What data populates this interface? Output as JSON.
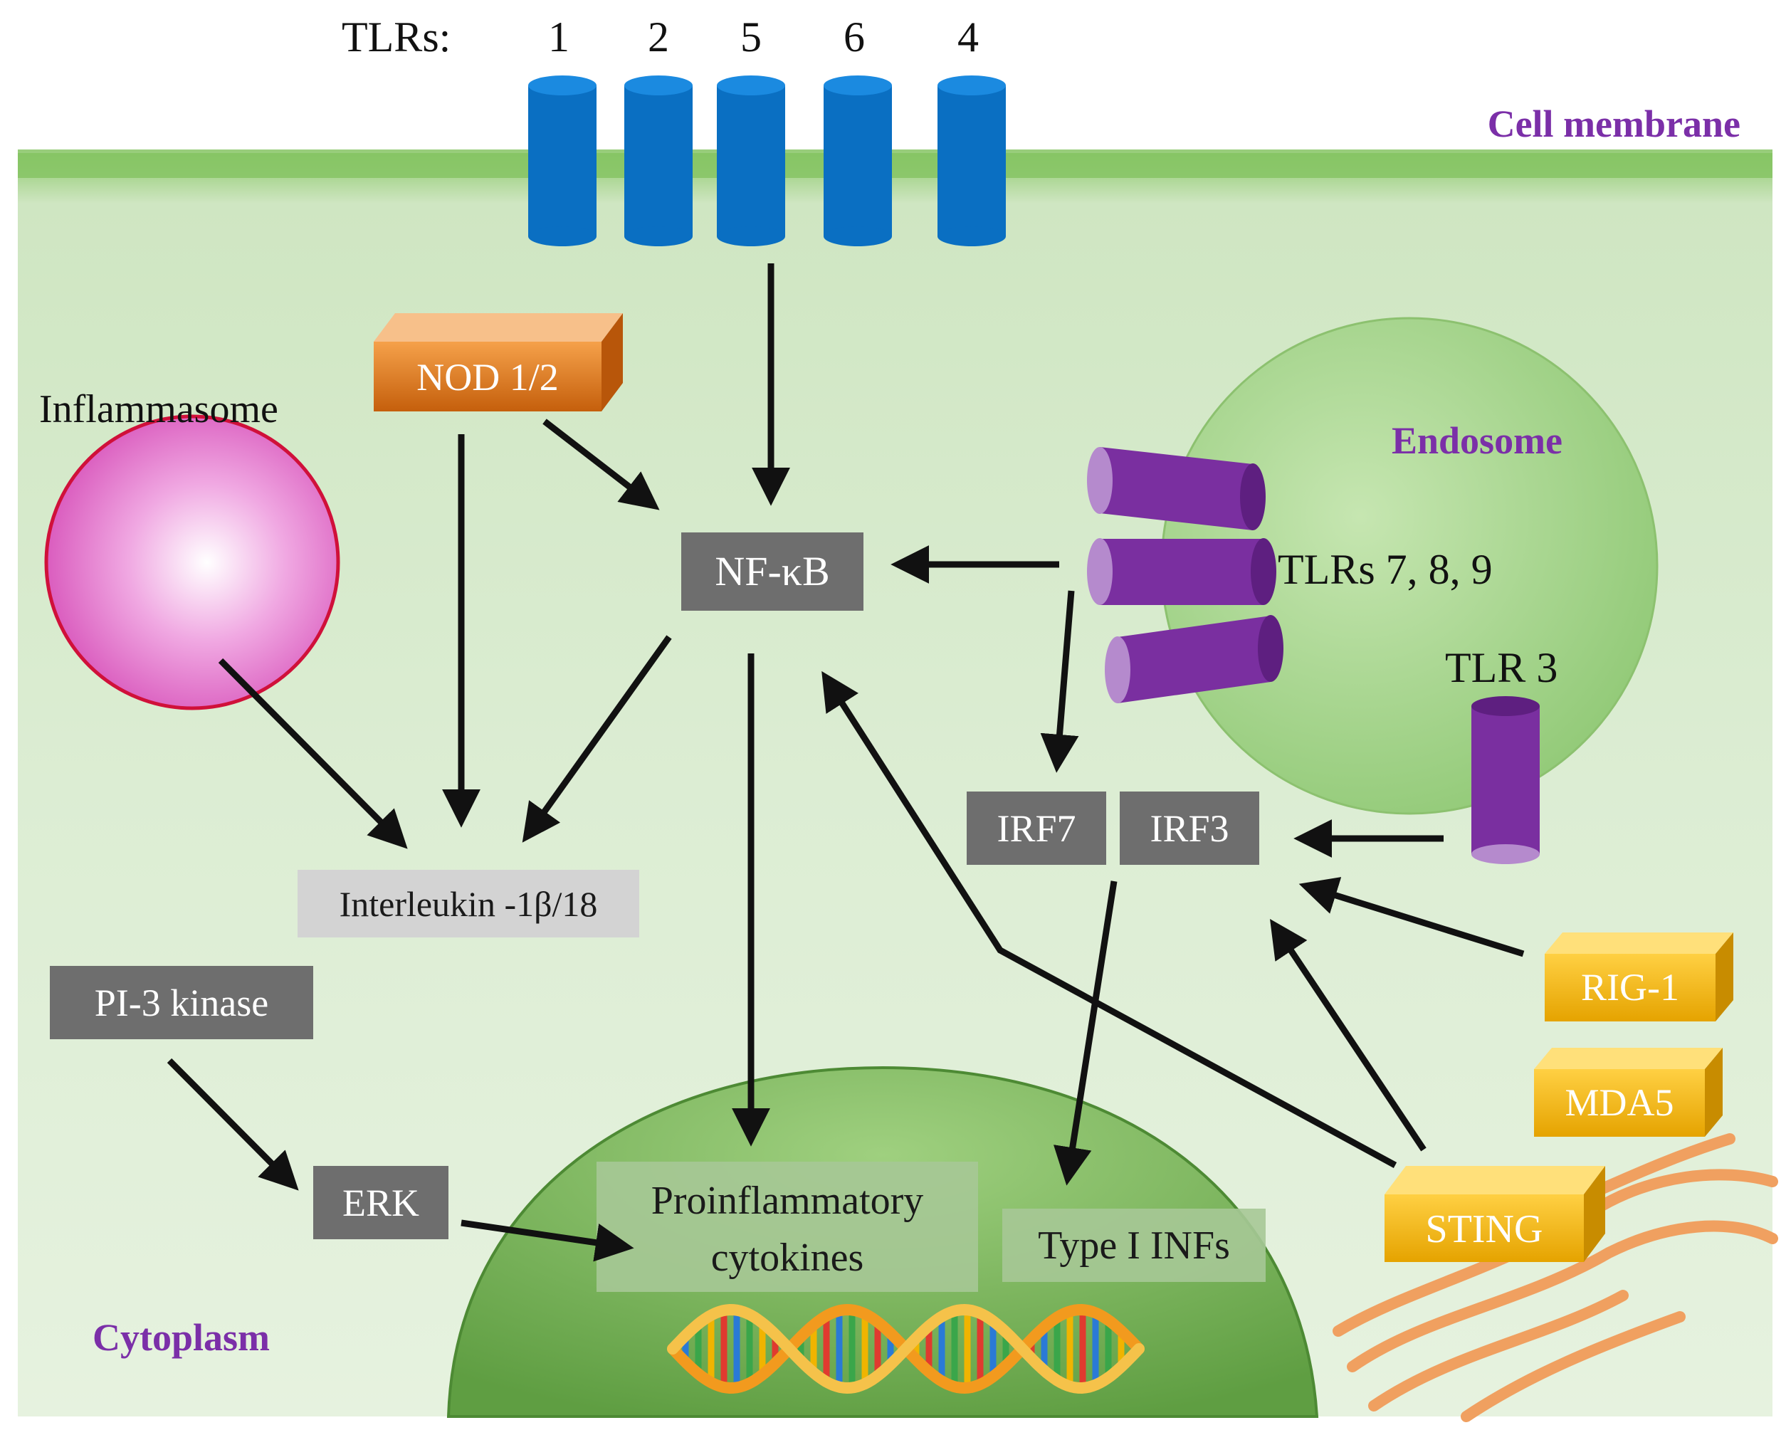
{
  "membrane_tlrs": {
    "prefix": "TLRs:",
    "numbers": [
      "1",
      "2",
      "5",
      "6",
      "4"
    ]
  },
  "compartments": {
    "cell_membrane": "Cell membrane",
    "cytoplasm": "Cytoplasm",
    "endosome": "Endosome"
  },
  "nodes": {
    "inflammasome": "Inflammasome",
    "nod": "NOD 1/2",
    "nfkb": "NF-κB",
    "endosomal_tlrs": "TLRs 7, 8, 9",
    "tlr3": "TLR 3",
    "irf7": "IRF7",
    "irf3": "IRF3",
    "interleukin": "Interleukin -1β/18",
    "pi3k": "PI-3 kinase",
    "erk": "ERK",
    "proinflammatory_line1": "Proinflammatory",
    "proinflammatory_line2": "cytokines",
    "type1_ifn": "Type I INFs",
    "rig1": "RIG-1",
    "mda5": "MDA5",
    "sting": "STING"
  },
  "colors": {
    "cytoplasm": "#d8ebcf",
    "membrane": "#7fc05e",
    "nucleus": "#6fae4f",
    "endosome": "#a9d58f",
    "tlr_membrane": "#0a6fc2",
    "tlr_endosome": "#7a2fa0",
    "nod_orange": "#e07a1e",
    "yellow_box": "#f2b400",
    "gray_box": "#6e6e6e",
    "light_gray_box": "#d0d0d0",
    "inflammasome": "#e070c8",
    "label_purple": "#7b2fa8"
  }
}
